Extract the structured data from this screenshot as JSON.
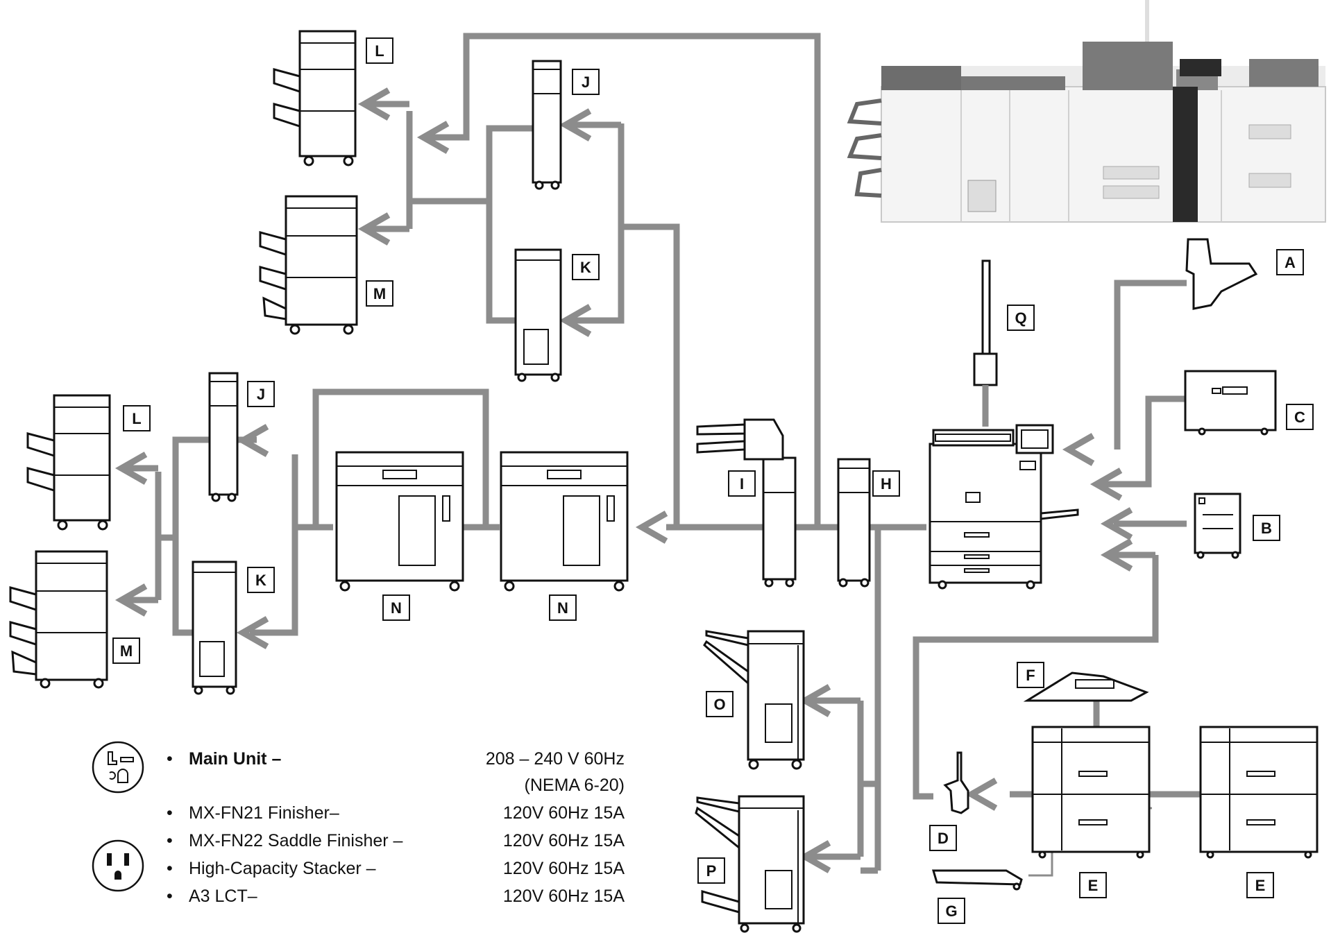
{
  "labels": {
    "A": "A",
    "B": "B",
    "C": "C",
    "D": "D",
    "E": "E",
    "F": "F",
    "G": "G",
    "H": "H",
    "I": "I",
    "J": "J",
    "K": "K",
    "L": "L",
    "M": "M",
    "N": "N",
    "O": "O",
    "P": "P",
    "Q": "Q"
  },
  "icons": {
    "outlet_main": "nema-6-20-outlet-icon",
    "outlet_standard": "nema-5-15-outlet-icon"
  },
  "colors": {
    "connector": "#8c8c8c",
    "outline": "#111111"
  },
  "power": {
    "bullet": "•",
    "main": {
      "name": "Main Unit",
      "dash": "–",
      "value": "208 – 240 V 60Hz",
      "note": "(NEMA 6-20)"
    },
    "items": [
      {
        "name": "MX-FN21 Finisher–",
        "value": "120V 60Hz 15A"
      },
      {
        "name": "MX-FN22 Saddle Finisher –",
        "value": "120V 60Hz 15A"
      },
      {
        "name": "High-Capacity Stacker –",
        "value": "120V 60Hz 15A"
      },
      {
        "name": "A3 LCT–",
        "value": "120V 60Hz 15A"
      }
    ]
  }
}
